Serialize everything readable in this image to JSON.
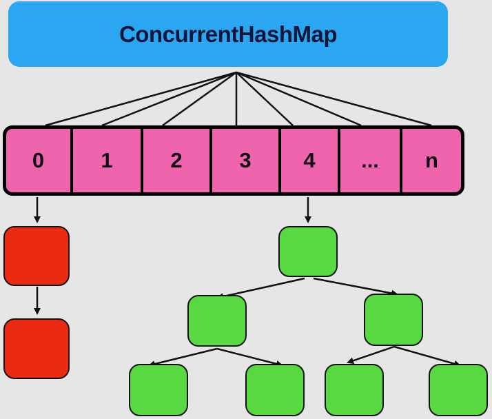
{
  "title": "ConcurrentHashMap",
  "buckets": [
    "0",
    "1",
    "2",
    "3",
    "4",
    "...",
    "n"
  ],
  "colors": {
    "title_bg": "#2aa7f0",
    "bucket": "#ee65ae",
    "list_node": "#ea2a12",
    "tree_node": "#58d941",
    "background": "#e6e6e6"
  },
  "linked_list": {
    "bucket": "0",
    "node_count": 2
  },
  "red_black_tree": {
    "bucket": "4",
    "node_count": 7,
    "levels": 3
  }
}
